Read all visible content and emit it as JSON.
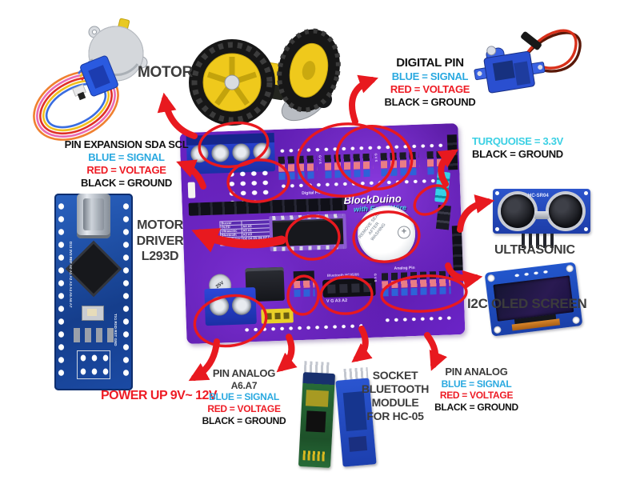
{
  "colors": {
    "annotation_red": "#e8191f",
    "signal_blue": "#2aa9e0",
    "voltage_red": "#ee1c25",
    "ground_black": "#121212",
    "turquoise": "#3bd0e4",
    "label_gray": "#3c3c3c",
    "board_purple": "#6b21c8"
  },
  "labels": {
    "motor": {
      "title": "MOTOR"
    },
    "pin_expansion": {
      "title": "PIN EXPANSION SDA SCL",
      "blue": "BLUE = SIGNAL",
      "red": "RED = VOLTAGE",
      "black": "BLACK = GROUND"
    },
    "motor_driver": {
      "line1": "MOTOR",
      "line2": "DRIVER",
      "line3": "L293D"
    },
    "power_up": {
      "title": "POWER UP  9V~ 12V"
    },
    "digital_pin": {
      "title": "DIGITAL PIN",
      "blue": "BLUE = SIGNAL",
      "red": "RED = VOLTAGE",
      "black": "BLACK = GROUND"
    },
    "turquoise_pin": {
      "turquoise": "TURQUOISE = 3.3V",
      "black": "BLACK = GROUND"
    },
    "ultrasonic": {
      "title": "ULTRASONIC"
    },
    "i2c_oled": {
      "title": "I2C OLED SCREEN"
    },
    "socket_bluetooth": {
      "line1": "SOCKET",
      "line2": "BLUETOOTH",
      "line3": "MODULE",
      "line4": "FOR HC-05"
    },
    "pin_analog_a6a7": {
      "title": "PIN ANALOG",
      "subtitle": "A6.A7",
      "blue": "BLUE = SIGNAL",
      "red": "RED = VOLTAGE",
      "black": "BLACK = GROUND"
    },
    "pin_analog": {
      "title": "PIN ANALOG",
      "blue": "BLUE = SIGNAL",
      "red": "RED = VOLTAGE",
      "black": "BLACK = GROUND"
    }
  },
  "board": {
    "name": "BlockDuino",
    "subtitle": "with Easy2Wire",
    "buzzer_text": "REMOVE SEAL AFTER WASHING",
    "bluetooth_socket_label": "V  G  A3 A2",
    "digital_pin_silk": "Digital Pin",
    "analog_pin_silk": "Analog Pin",
    "bluetooth_silk": "Bluetooth HC05/06",
    "gvs_silk": "G V S",
    "capacitor_text": "25V",
    "pin_table": {
      "rows": [
        {
          "name": "Buzzer",
          "pins": ""
        },
        {
          "name": "OLED",
          "pins": "A4 A5"
        },
        {
          "name": "Ultrasonic",
          "pins": "A0 A1"
        },
        {
          "name": "Bluetooth",
          "pins": "A2 A3"
        },
        {
          "name": "Motor Driver",
          "pins": "D2 D4 D5 D6 D7 D8"
        },
        {
          "name": "I2C Buses",
          "pins": "On Board"
        }
      ]
    }
  },
  "ultrasonic_module": {
    "silk": "HC-SR04"
  },
  "nano": {
    "left_pins": "D13 3V3 REF A0 A1 A2 A3 A4 A5 A6 A7",
    "bottom_left_pins": "5V RST GND VIN",
    "bottom_right_pins": "TX1 RXD RST GND"
  }
}
